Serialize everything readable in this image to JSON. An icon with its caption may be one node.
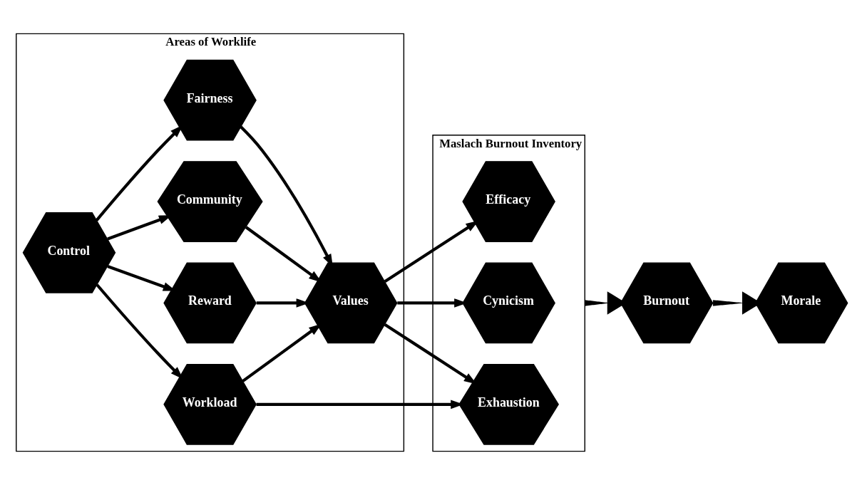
{
  "diagram": {
    "nodes": [
      {
        "text": [
          "Areas of Worklife"
        ]
      },
      {
        "text": [
          "Workload"
        ],
        "in": 0
      },
      {
        "text": [
          "Reward"
        ],
        "in": 0
      },
      {
        "text": [
          "Control"
        ],
        "in": 0
      },
      {
        "text": [
          "Community"
        ],
        "in": 0
      },
      {
        "text": [
          "Fairness"
        ],
        "in": 0
      },
      {
        "text": [
          "Values"
        ],
        "in": 0
      },
      {
        "text": [
          "Maslach Burnout Inventory"
        ]
      },
      {
        "text": [
          "Exhaustion"
        ],
        "in": 7
      },
      {
        "text": [
          "Cynicism"
        ],
        "in": 7
      },
      {
        "text": [
          "Efficacy"
        ],
        "in": 7
      },
      {
        "text": [
          "Burnout"
        ]
      },
      {
        "text": [
          "Morale"
        ]
      }
    ],
    "edges": [
      {
        "from": 3,
        "to": 1,
        "arrow": "to"
      },
      {
        "from": 3,
        "to": 2,
        "arrow": "to"
      },
      {
        "from": 3,
        "to": 4,
        "arrow": "to"
      },
      {
        "from": 3,
        "to": 5,
        "arrow": "to"
      },
      {
        "from": 1,
        "to": 8,
        "arrow": "to"
      },
      {
        "from": 1,
        "to": 6,
        "arrow": "to"
      },
      {
        "from": 2,
        "to": 6,
        "arrow": "to"
      },
      {
        "from": 4,
        "to": 6,
        "arrow": "to"
      },
      {
        "from": 5,
        "to": 6,
        "arrow": "to"
      },
      {
        "from": 6,
        "to": 8,
        "arrow": "to"
      },
      {
        "from": 6,
        "to": 9,
        "arrow": "to"
      },
      {
        "from": 6,
        "to": 10,
        "arrow": "to"
      },
      {
        "from": 7,
        "to": 11,
        "arrow": "to",
        "style": "thick"
      },
      {
        "from": 11,
        "to": 12,
        "arrow": "to",
        "style": "thick"
      }
    ]
  }
}
